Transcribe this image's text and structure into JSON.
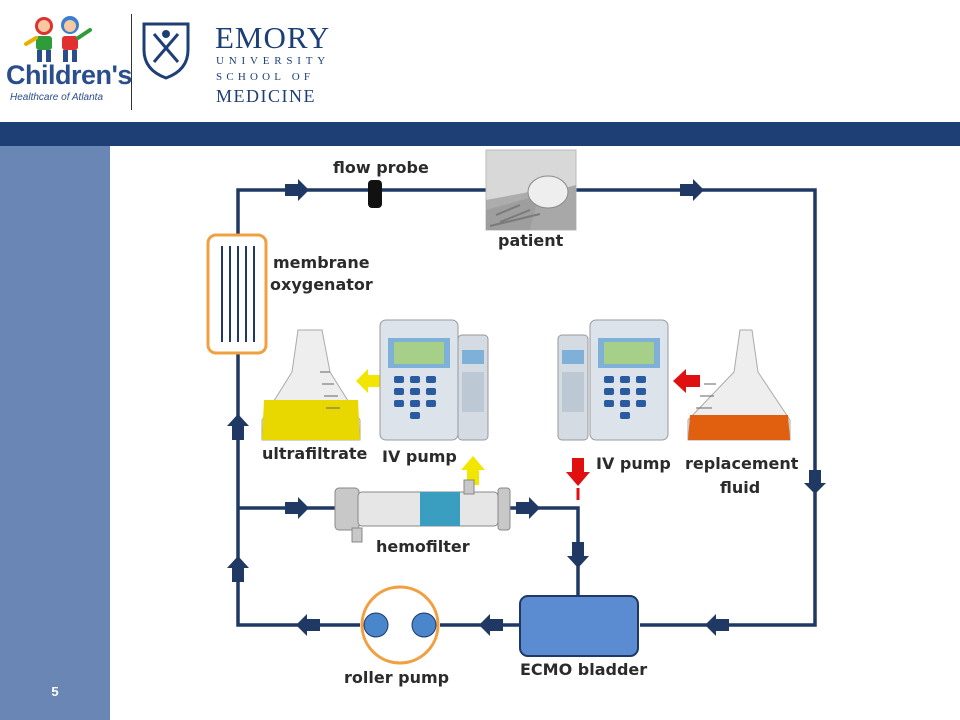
{
  "slide": {
    "number": "5"
  },
  "header": {
    "choa": {
      "name": "Children's",
      "subtitle": "Healthcare of Atlanta"
    },
    "emory": {
      "line1": "EMORY",
      "line2": "UNIVERSITY",
      "line3": "SCHOOL OF",
      "line4": "MEDICINE"
    }
  },
  "diagram": {
    "labels": {
      "flow_probe": "flow probe",
      "patient": "patient",
      "membrane_oxygenator_1": "membrane",
      "membrane_oxygenator_2": "oxygenator",
      "ultrafiltrate": "ultrafiltrate",
      "iv_pump_left": "IV pump",
      "iv_pump_right": "IV pump",
      "replacement_fluid_1": "replacement",
      "replacement_fluid_2": "fluid",
      "hemofilter": "hemofilter",
      "ecmo_bladder": "ECMO bladder",
      "roller_pump": "roller pump"
    },
    "colors": {
      "circuit": "#1f3864",
      "ultrafiltrate_flow": "#f2e600",
      "replacement_flow": "#e01010",
      "bladder": "#5b8bd0",
      "roller_outline": "#f0a040",
      "oxygenator_outline": "#f0a040",
      "ultrafiltrate_bag": "#e8d800",
      "replacement_bag": "#e06010"
    }
  }
}
